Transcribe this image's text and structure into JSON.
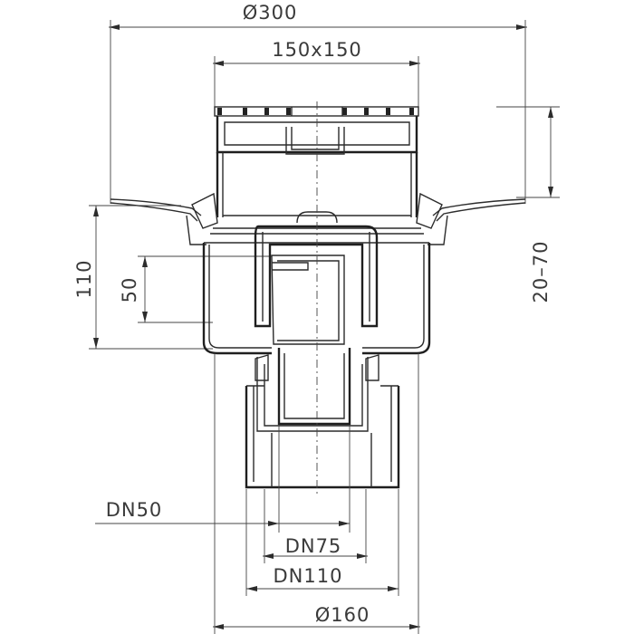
{
  "dimensions": {
    "outer_diameter": "Ø300",
    "grate_size": "150x150",
    "height_110": "110",
    "height_50": "50",
    "adjust_range": "20–70",
    "dn50": "DN50",
    "dn75": "DN75",
    "dn110": "DN110",
    "outlet_diameter": "Ø160"
  }
}
